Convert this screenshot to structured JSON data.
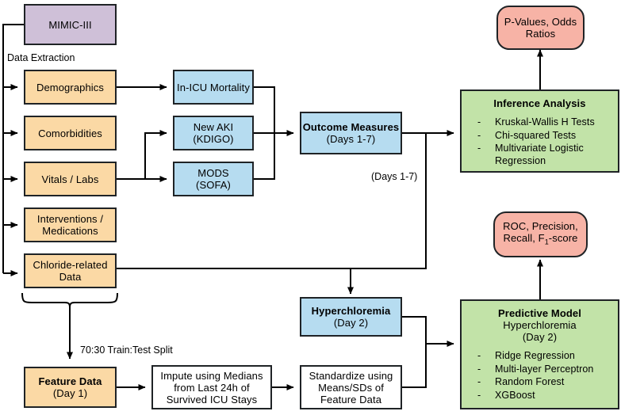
{
  "diagram": {
    "title": "MIMIC-III chloride study pipeline flowchart",
    "colors": {
      "source": "#cfc0d8",
      "data": "#fbd9a5",
      "measure": "#b6dcf0",
      "analysis": "#c2e3a8",
      "output": "#f7b3a6",
      "stroke": "#1f2326"
    }
  },
  "nodes": {
    "mimic": {
      "label": "MIMIC-III"
    },
    "demographics": {
      "label": "Demographics"
    },
    "comorbidities": {
      "label": "Comorbidities"
    },
    "vitals_labs": {
      "label": "Vitals / Labs"
    },
    "interventions": {
      "line1": "Interventions /",
      "line2": "Medications"
    },
    "chloride": {
      "line1": "Chloride-related",
      "line2": "Data"
    },
    "mortality": {
      "label": "In-ICU Mortality"
    },
    "aki": {
      "line1": "New AKI",
      "line2": "(KDIGO)"
    },
    "mods": {
      "line1": "MODS",
      "line2": "(SOFA)"
    },
    "outcome_measures": {
      "line1": "Outcome Measures",
      "line2": "(Days 1-7)"
    },
    "hyperchloremia": {
      "line1": "Hyperchloremia",
      "line2": "(Day 2)"
    },
    "feature_data": {
      "line1": "Feature Data",
      "line2": "(Day 1)"
    },
    "impute": {
      "line1": "Impute using Medians",
      "line2": "from Last 24h of",
      "line3": "Survived ICU Stays"
    },
    "standardize": {
      "line1": "Standardize using",
      "line2": "Means/SDs of",
      "line3": "Feature Data"
    },
    "inference": {
      "header": "Inference Analysis",
      "bullet_marker": "-",
      "items": [
        "Kruskal-Wallis H Tests",
        "Chi-squared Tests",
        "Multivariate Logistic Regression"
      ]
    },
    "predictive": {
      "header": "Predictive Model",
      "sub1": "Hyperchloremia",
      "sub2": "(Day 2)",
      "bullet_marker": "-",
      "items": [
        "Ridge Regression",
        "Multi-layer Perceptron",
        "Random Forest",
        "XGBoost"
      ]
    },
    "inference_output": {
      "line1": "P-Values, Odds",
      "line2": "Ratios"
    },
    "model_output": {
      "line1": "ROC, Precision,",
      "line2_pre": "Recall, F",
      "line2_sub": "1",
      "line2_post": "-score"
    }
  },
  "edge_labels": {
    "data_extraction": "Data Extraction",
    "days_1_7": "(Days 1-7)",
    "train_test_split": "70:30 Train:Test Split"
  }
}
